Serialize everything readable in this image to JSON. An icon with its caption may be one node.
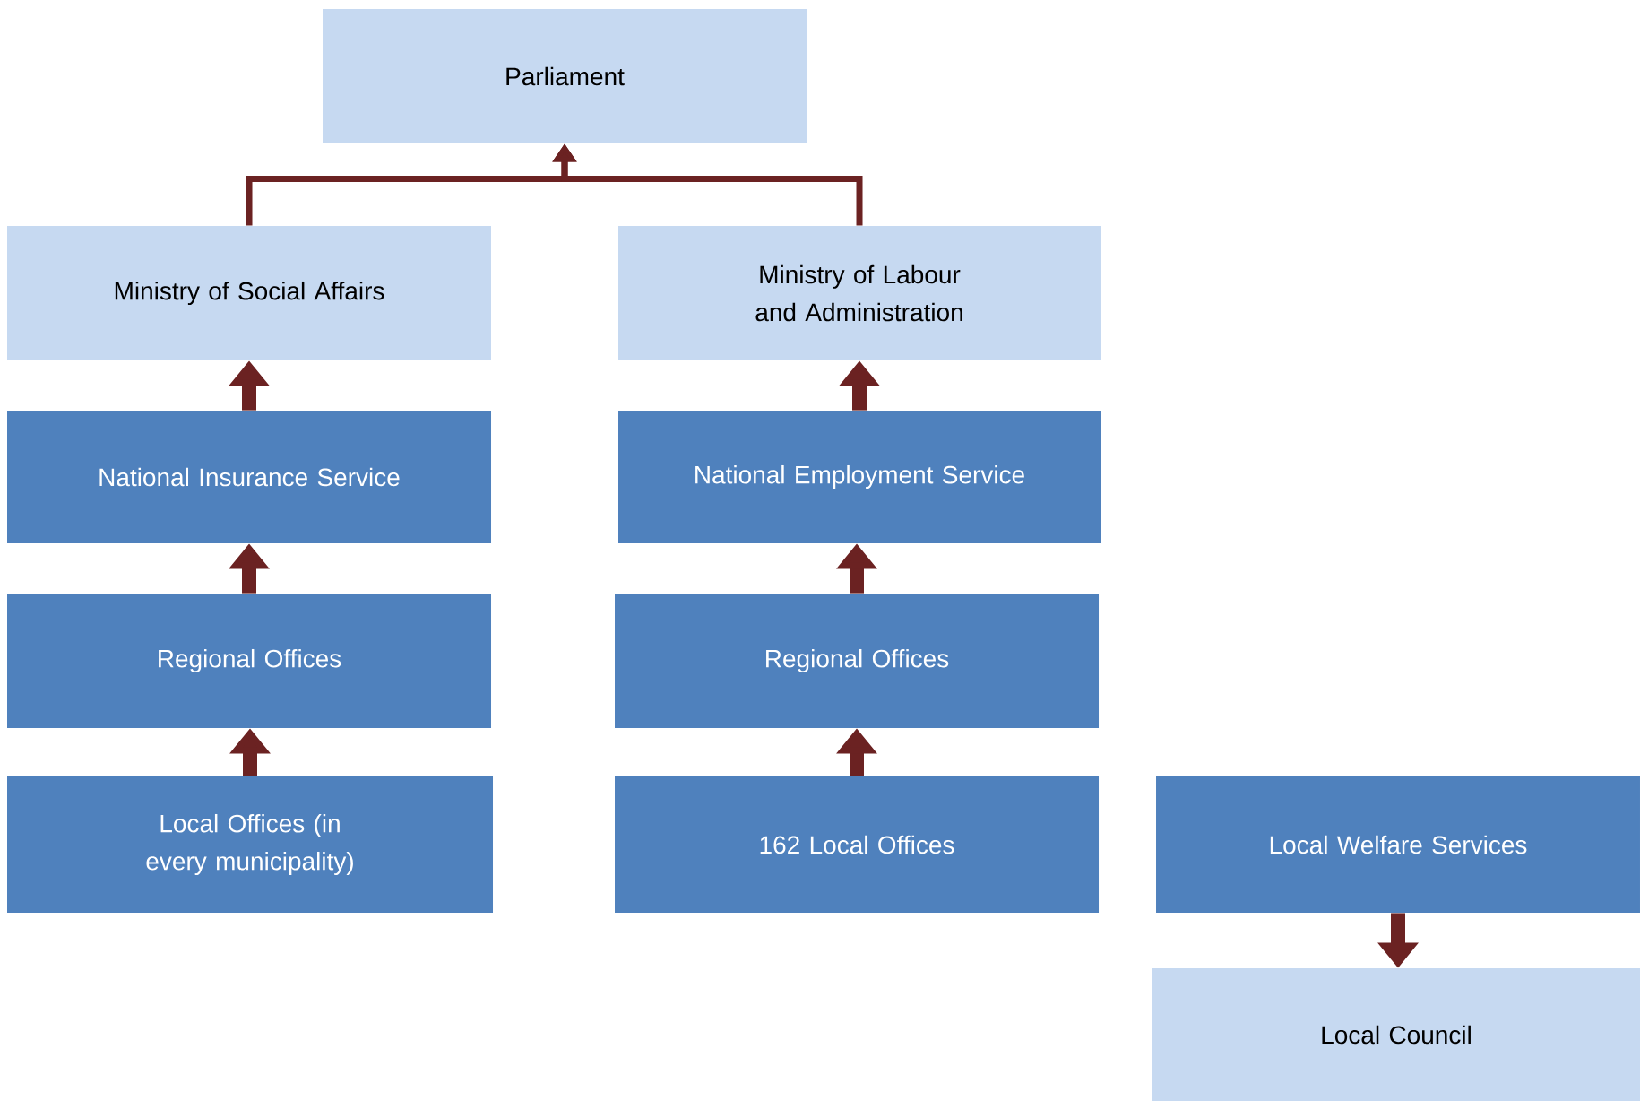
{
  "diagram": {
    "nodes": [
      {
        "text": [
          "Parliament"
        ]
      },
      {
        "text": [
          "Ministry of Social Affairs"
        ]
      },
      {
        "text": [
          "Ministry of Labour and Administration"
        ]
      },
      {
        "text": [
          "National Insurance Service"
        ]
      },
      {
        "text": [
          "National Employment Service"
        ]
      },
      {
        "text": [
          "Regional Offices"
        ]
      },
      {
        "text": [
          "Regional Offices"
        ]
      },
      {
        "text": [
          "Local Offices (in every municipality)"
        ]
      },
      {
        "text": [
          "162 Local Offices"
        ]
      },
      {
        "text": [
          "Local Welfare Services"
        ]
      },
      {
        "text": [
          "Local Council"
        ]
      }
    ],
    "edges": [
      {
        "from": 1,
        "to": 0,
        "arrow": "to"
      },
      {
        "from": 2,
        "to": 0,
        "arrow": "to"
      },
      {
        "from": 3,
        "to": 1,
        "arrow": "to"
      },
      {
        "from": 5,
        "to": 3,
        "arrow": "to"
      },
      {
        "from": 7,
        "to": 5,
        "arrow": "to"
      },
      {
        "from": 4,
        "to": 2,
        "arrow": "to"
      },
      {
        "from": 6,
        "to": 4,
        "arrow": "to"
      },
      {
        "from": 8,
        "to": 6,
        "arrow": "to"
      },
      {
        "from": 9,
        "to": 10,
        "arrow": "to"
      }
    ]
  }
}
